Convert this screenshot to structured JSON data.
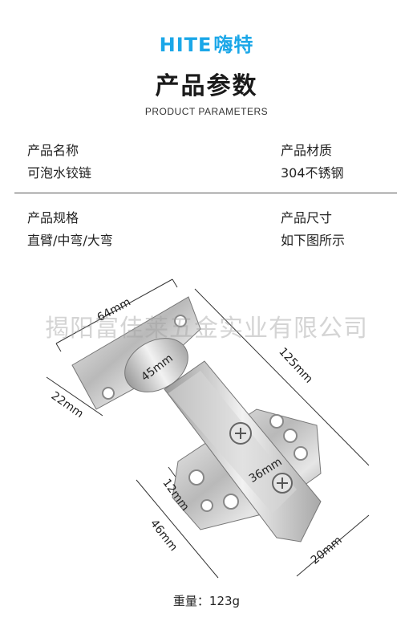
{
  "brand": {
    "latin": "HITE",
    "cjk": "嗨特"
  },
  "title": "产品参数",
  "subtitle": "PRODUCT PARAMETERS",
  "params": [
    {
      "label": "产品名称",
      "value": "可泡水铰链"
    },
    {
      "label": "产品材质",
      "value": "304不锈钢"
    },
    {
      "label": "产品规格",
      "value": "直臂/中弯/大弯"
    },
    {
      "label": "产品尺寸",
      "value": "如下图所示"
    }
  ],
  "watermark": "揭阳富佳莱五金实业有限公司",
  "dimensions": {
    "d64": "64mm",
    "d45": "45mm",
    "d22": "22mm",
    "d125": "125mm",
    "d36": "36mm",
    "d12": "12mm",
    "d46": "46mm",
    "d20": "20mm"
  },
  "weight": "重量：123g"
}
